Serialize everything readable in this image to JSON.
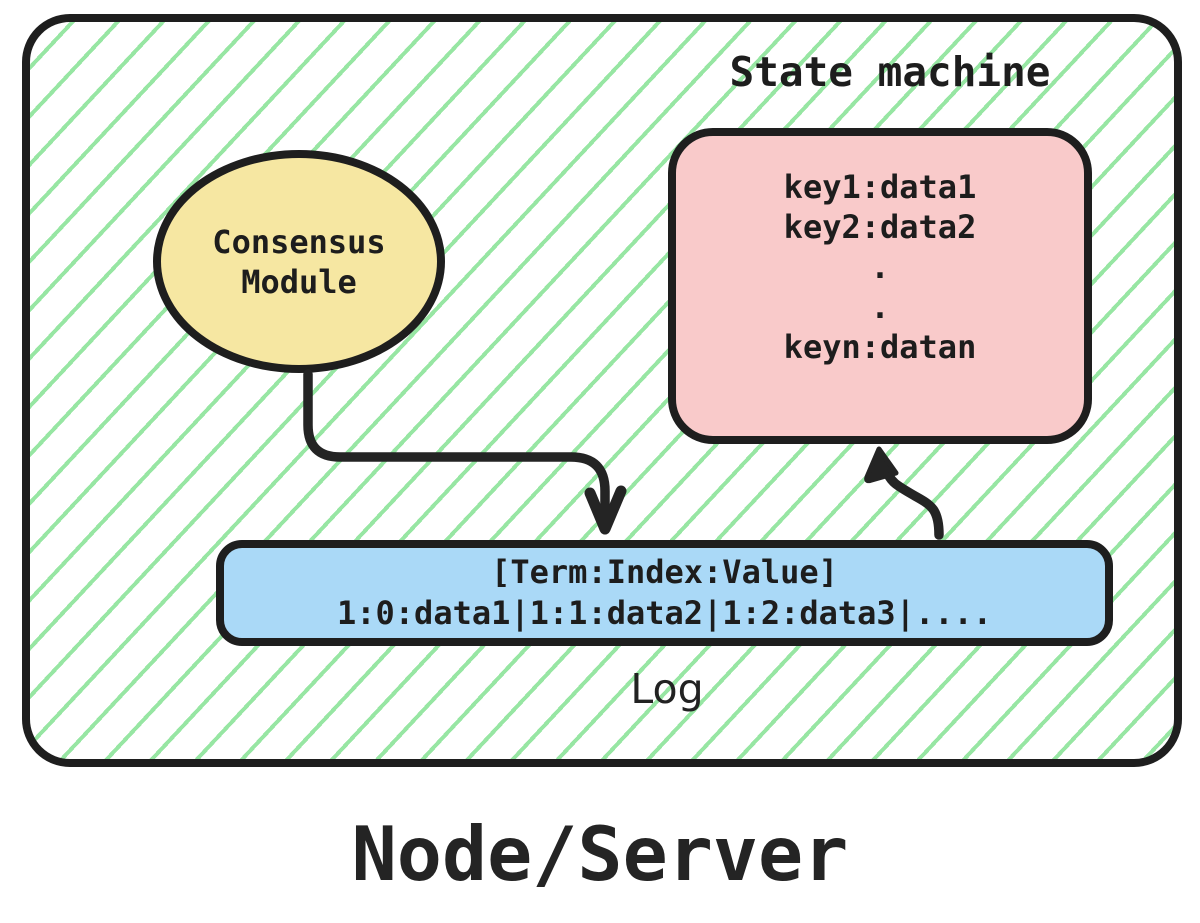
{
  "node_server": {
    "title": "Node/Server",
    "state_machine": {
      "label": "State machine",
      "entries": [
        "key1:data1",
        "key2:data2",
        ".",
        ".",
        "keyn:datan"
      ]
    },
    "consensus_module": {
      "lines": [
        "Consensus",
        "Module"
      ]
    },
    "log": {
      "header": "[Term:Index:Value]",
      "entries": "1:0:data1|1:1:data2|1:2:data3|....",
      "label": "Log"
    },
    "colors": {
      "hatch_green": "#97e6a3",
      "outline_black": "#1e1e1e",
      "consensus_fill_yellow": "#f6e7a2",
      "state_machine_fill_pink": "#f9caca",
      "log_fill_blue": "#aad9f7"
    }
  }
}
